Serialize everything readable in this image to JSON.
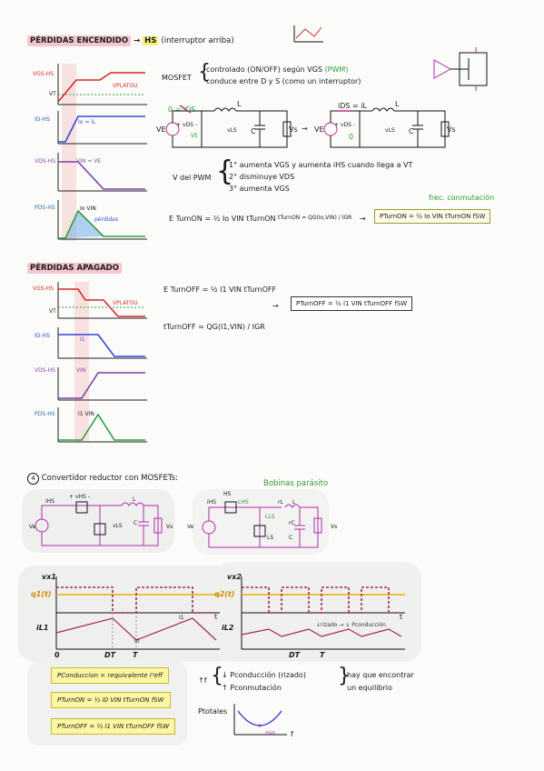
{
  "section1": {
    "title": "PÉRDIDAS ENCENDIDO",
    "arrow_text": "→",
    "hs_label": "HS",
    "hs_desc": "(interruptor arriba)",
    "graph_labels": {
      "vgs": "VGS-HS",
      "vplateau": "VPLATOU",
      "vt": "VT",
      "id": "ID-HS",
      "io": "Io ≈ iL",
      "vds": "VDS-HS",
      "vin": "VIN ≈ VE",
      "pds": "PDS-HS",
      "iovin": "Io VIN",
      "perdidas": "pérdidas"
    },
    "mosfet_label": "MOSFET",
    "mosfet_line1": "controlado (ON/OFF) según VGS",
    "mosfet_pwm": "(PWM)",
    "mosfet_line2": "conduce entre D y S (como un interruptor)",
    "circuit": {
      "zero_ids": "0 = iDS",
      "ids_il": "iDS = iL",
      "L": "L",
      "C": "C",
      "vs": "Vs",
      "ve": "VE",
      "vls": "vLS",
      "vds": "+ vDS -",
      "ve_small": "VE",
      "zero": "0"
    },
    "pwm_intro": "V del PWM",
    "pwm_steps": [
      "1° aumenta VGS y aumenta iHS cuando llega a VT",
      "2° disminuye VDS",
      "3° aumenta VGS"
    ],
    "frec_label": "frec. conmutación",
    "eq_eturnon": "E TurnON = ½ Io VIN tTurnON",
    "eq_tturnon": "tTurnON = QG(Io,VIN) / IGR",
    "eq_pturnon": "PTurnON = ½ Io VIN tTurnON fSW"
  },
  "section2": {
    "title": "PÉRDIDAS APAGADO",
    "graph_labels": {
      "vgs": "VGS-HS",
      "vplateau": "VPLATOU",
      "vt": "VT",
      "id": "ID-HS",
      "i1": "I1",
      "vds": "VDS-HS",
      "vin": "VIN",
      "pds": "PDS-HS",
      "i1vin": "I1 VIN"
    },
    "eq_eturnoff": "E TurnOFF = ½ I1 VIN tTurnOFF",
    "eq_tturnoff": "tTurnOFF = QG(I1,VIN) / IGR",
    "eq_pturnoff": "PTurnOFF = ½ I1 VIN tTurnOFF fSW"
  },
  "section3": {
    "number": "4",
    "title": "Convertidor reductor con MOSFETs:",
    "bobinas_label": "Bobinas parásito",
    "circuit_left": {
      "ihs": "iHS",
      "vhs": "+ vHS -",
      "L": "L",
      "vls": "vLS",
      "C": "C",
      "vs": "Vs",
      "ve": "Ve"
    },
    "circuit_right": {
      "ihs": "iHS",
      "hs": "HS",
      "lhs": "LHS",
      "lls": "LLS",
      "ls": "LS",
      "rl": "rL",
      "L": "L",
      "rc": "rC",
      "c": "C",
      "ve": "Ve",
      "vs": "Vs"
    },
    "wave_left": {
      "vx": "vx1",
      "q": "q1(t)",
      "il": "iL1",
      "i1": "I1",
      "i0": "I0",
      "t": "t",
      "zero": "0",
      "dt": "DT",
      "T": "T"
    },
    "wave_right": {
      "vx": "vx2",
      "q": "q2(t)",
      "il": "iL2",
      "note": "↓rizado → ↓ Pconducción",
      "t": "t",
      "dt": "DT",
      "T": "T"
    },
    "eq_pcond": "PConduccion = requivalente I²eff",
    "eq_pturnon": "PTurnON = ½ I0 VIN tTurnON fSW",
    "eq_pturnoff": "PTurnOFF = ½ I1 VIN tTurnOFF fSW",
    "tradeoff_f": "↑f",
    "tradeoff_1": "↓ Pconducción (rizado)",
    "tradeoff_2": "↑ Pconmutación",
    "tradeoff_conclusion_1": "hay que encontrar",
    "tradeoff_conclusion_2": "un equilibrio",
    "ptotales": "Ptotales",
    "min": "min",
    "f_axis": "f"
  }
}
